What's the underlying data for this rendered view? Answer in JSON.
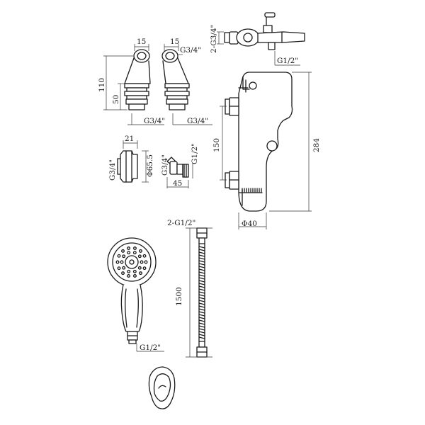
{
  "labels": {
    "pillar_width_left": "15",
    "pillar_width_right": "15",
    "pillar_thread_top": "G3/4\"",
    "pillar_height": "110",
    "pillar_base_height": "50",
    "pillar_thread_left": "G3/4\"",
    "pillar_thread_right": "G3/4\"",
    "spout_inlet_thread": "2-G3/4\"",
    "spout_outlet_thread": "G1/2\"",
    "total_height": "284",
    "inlet_spacing": "150",
    "body_diameter": "Φ40",
    "flange_depth": "21",
    "flange_thread": "G3/4\"",
    "flange_diameter": "Φ65.5",
    "elbow_thread_in": "G3/4\"",
    "elbow_thread_out": "G1/2\"",
    "elbow_width": "45",
    "hose_thread": "2-G1/2\"",
    "hose_length": "1500",
    "handset_thread": "G1/2\""
  }
}
